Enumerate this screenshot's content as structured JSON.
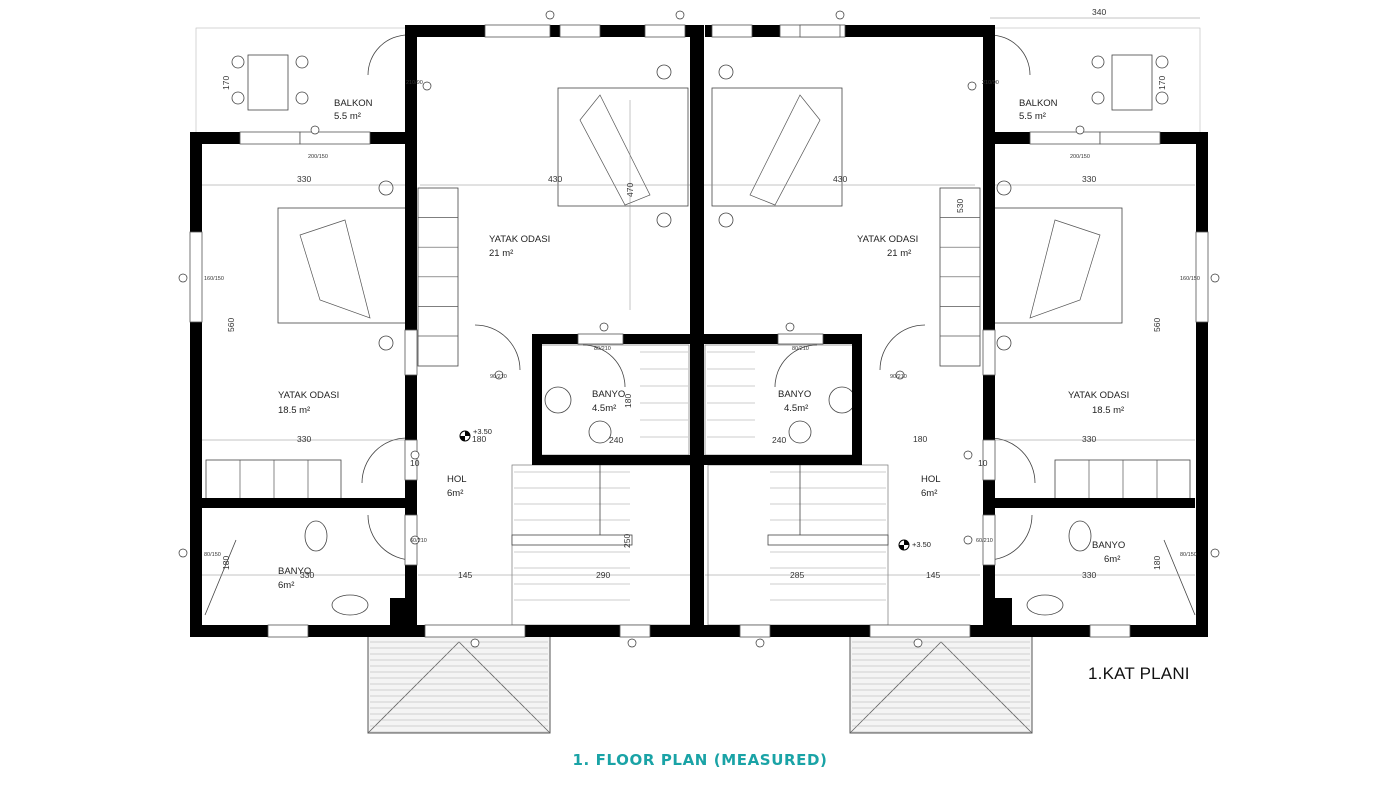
{
  "plan_title": "1.KAT PLANI",
  "caption": "1. FLOOR PLAN (MEASURED)",
  "rooms": {
    "balkon_left": {
      "name": "BALKON",
      "area": "5.5 m²"
    },
    "balkon_right": {
      "name": "BALKON",
      "area": "5.5 m²"
    },
    "yatak_big_left": {
      "name": "YATAK ODASI",
      "area": "21 m²"
    },
    "yatak_big_right": {
      "name": "YATAK ODASI",
      "area": "21 m²"
    },
    "yatak_small_left": {
      "name": "YATAK ODASI",
      "area": "18.5 m²"
    },
    "yatak_small_right": {
      "name": "YATAK ODASI",
      "area": "18.5 m²"
    },
    "banyo_center_left": {
      "name": "BANYO",
      "area": "4.5m²"
    },
    "banyo_center_right": {
      "name": "BANYO",
      "area": "4.5m²"
    },
    "banyo_left": {
      "name": "BANYO",
      "area": "6m²"
    },
    "banyo_right": {
      "name": "BANYO",
      "area": "6m²"
    },
    "hol_left": {
      "name": "HOL",
      "area": "6m²"
    },
    "hol_right": {
      "name": "HOL",
      "area": "6m²"
    }
  },
  "levels": {
    "left": "+3.50",
    "right": "+3.50"
  },
  "dimensions": {
    "top_right": "340",
    "balkon_height": "170",
    "bed_left_width": "330",
    "bed_big_left_width": "430",
    "bed_big_right_width": "430",
    "bed_right_width": "330",
    "bed_big_height": "470",
    "wardrobe_right": "530",
    "room_height_left": "560",
    "room_height_right": "560",
    "bed_small_left_bottom": "330",
    "bed_small_right_bottom": "330",
    "hol_left_width": "180",
    "hol_right_width": "180",
    "banyo_c_left_width": "240",
    "banyo_c_right_width": "240",
    "banyo_c_left_height": "180",
    "banyo_left_width": "330",
    "banyo_right_width": "330",
    "banyo_left_height": "180",
    "banyo_right_height": "180",
    "hall_left_width": "145",
    "hall_right_width": "145",
    "stair_left_width": "290",
    "stair_right_width": "285",
    "stair_left_height": "250",
    "hol_left_10": "10",
    "hol_right_10": "10"
  },
  "window_codes": [
    "210/90",
    "200/150",
    "160/150",
    "80/210",
    "80/150",
    "90/210",
    "60/210"
  ]
}
